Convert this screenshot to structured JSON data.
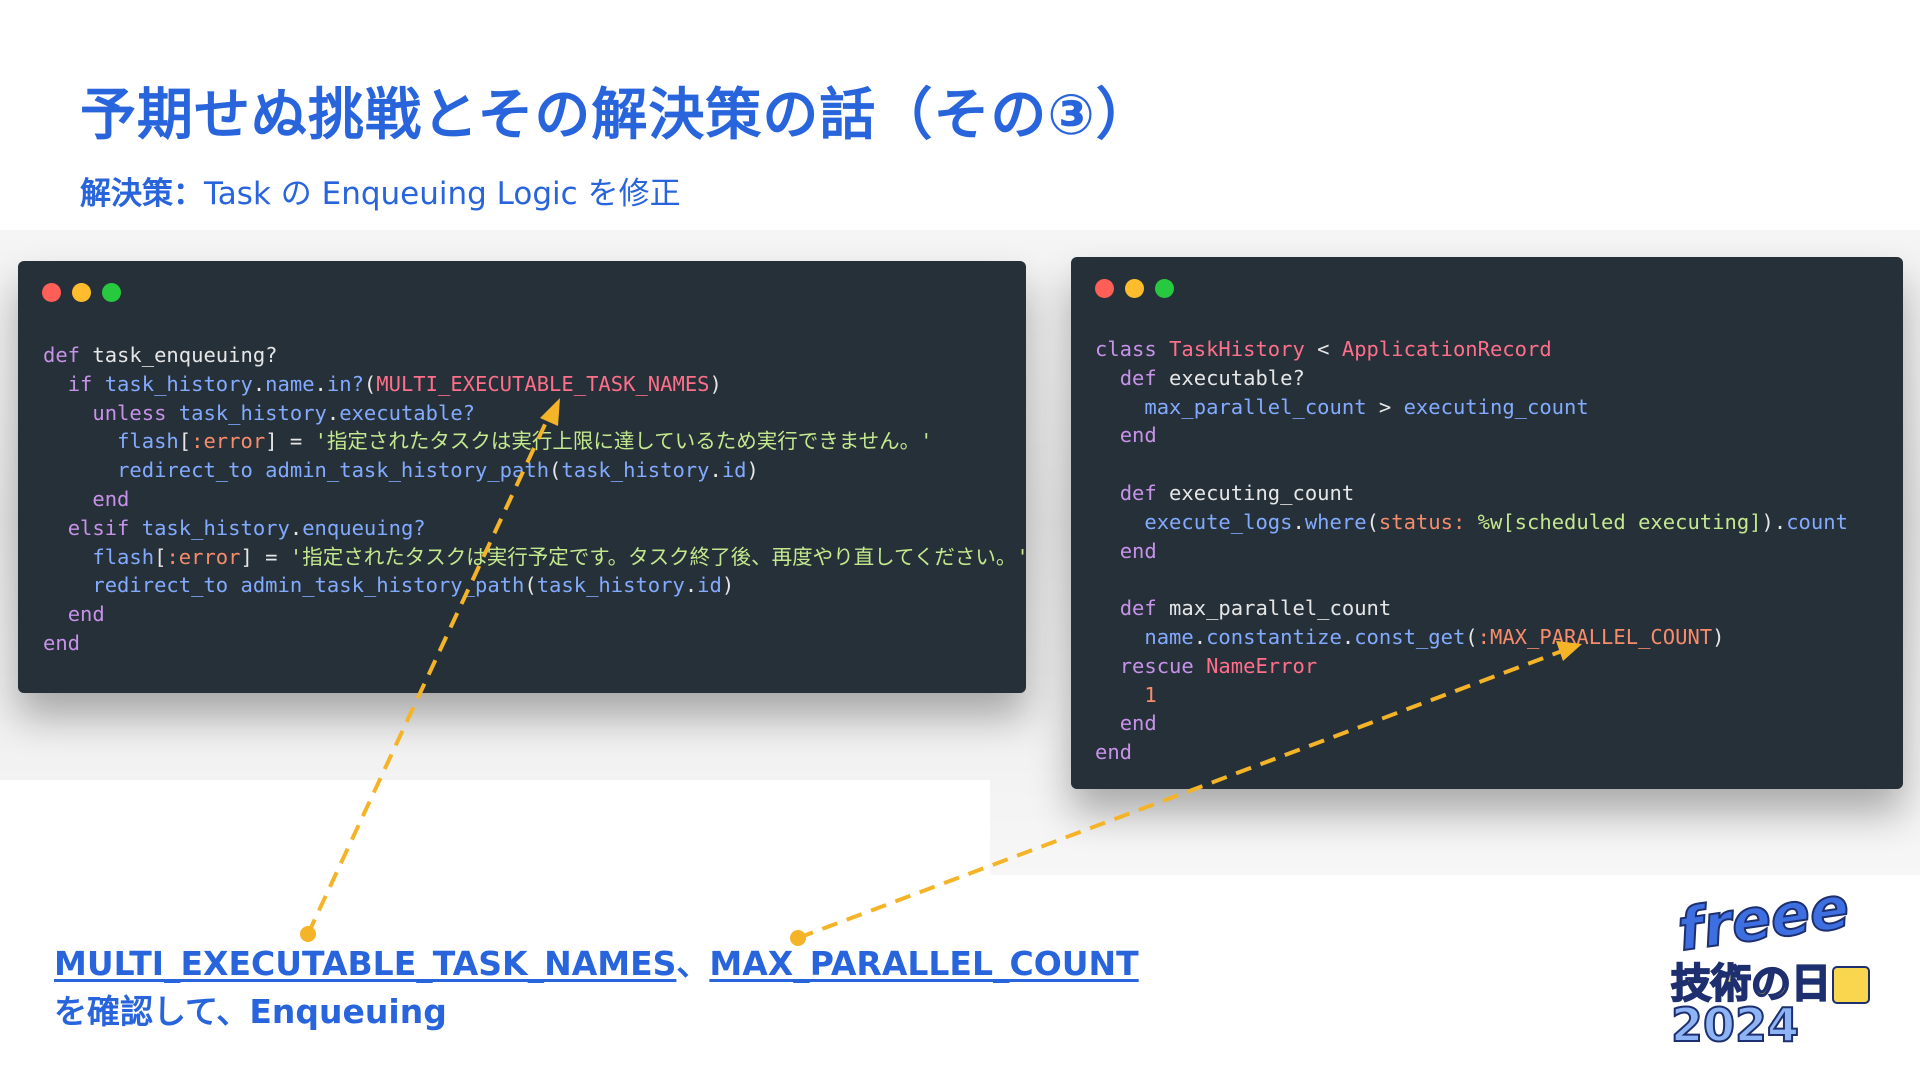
{
  "slide": {
    "title": "予期せぬ挑戦とその解決策の話（その③）",
    "subtitle_prefix": "解決策：",
    "subtitle_text": "Task の Enqueuing Logic を修正"
  },
  "code_left": {
    "lines": [
      [
        [
          "k",
          "def"
        ],
        [
          "p",
          " task_enqueuing?"
        ]
      ],
      [
        [
          "p",
          "  "
        ],
        [
          "k",
          "if"
        ],
        [
          "p",
          " "
        ],
        [
          "m",
          "task_history"
        ],
        [
          "p",
          "."
        ],
        [
          "m",
          "name"
        ],
        [
          "p",
          "."
        ],
        [
          "m",
          "in?"
        ],
        [
          "p",
          "("
        ],
        [
          "c",
          "MULTI_EXECUTABLE_TASK_NAMES"
        ],
        [
          "p",
          ")"
        ]
      ],
      [
        [
          "p",
          "    "
        ],
        [
          "k",
          "unless"
        ],
        [
          "p",
          " "
        ],
        [
          "m",
          "task_history"
        ],
        [
          "p",
          "."
        ],
        [
          "m",
          "executable?"
        ]
      ],
      [
        [
          "p",
          "      "
        ],
        [
          "m",
          "flash"
        ],
        [
          "p",
          "["
        ],
        [
          "sy",
          ":error"
        ],
        [
          "p",
          "] = "
        ],
        [
          "s",
          "'指定されたタスクは実行上限に達しているため実行できません。'"
        ]
      ],
      [
        [
          "p",
          "      "
        ],
        [
          "m",
          "redirect_to"
        ],
        [
          "p",
          " "
        ],
        [
          "m",
          "admin_task_history_path"
        ],
        [
          "p",
          "("
        ],
        [
          "m",
          "task_history"
        ],
        [
          "p",
          "."
        ],
        [
          "m",
          "id"
        ],
        [
          "p",
          ")"
        ]
      ],
      [
        [
          "p",
          "    "
        ],
        [
          "k",
          "end"
        ]
      ],
      [
        [
          "p",
          "  "
        ],
        [
          "k",
          "elsif"
        ],
        [
          "p",
          " "
        ],
        [
          "m",
          "task_history"
        ],
        [
          "p",
          "."
        ],
        [
          "m",
          "enqueuing?"
        ]
      ],
      [
        [
          "p",
          "    "
        ],
        [
          "m",
          "flash"
        ],
        [
          "p",
          "["
        ],
        [
          "sy",
          ":error"
        ],
        [
          "p",
          "] = "
        ],
        [
          "s",
          "'指定されたタスクは実行予定です。タスク終了後、再度やり直してください。'"
        ]
      ],
      [
        [
          "p",
          "    "
        ],
        [
          "m",
          "redirect_to"
        ],
        [
          "p",
          " "
        ],
        [
          "m",
          "admin_task_history_path"
        ],
        [
          "p",
          "("
        ],
        [
          "m",
          "task_history"
        ],
        [
          "p",
          "."
        ],
        [
          "m",
          "id"
        ],
        [
          "p",
          ")"
        ]
      ],
      [
        [
          "p",
          "  "
        ],
        [
          "k",
          "end"
        ]
      ],
      [
        [
          "k",
          "end"
        ]
      ]
    ]
  },
  "code_right": {
    "lines": [
      [
        [
          "k",
          "class"
        ],
        [
          "p",
          " "
        ],
        [
          "c",
          "TaskHistory"
        ],
        [
          "p",
          " < "
        ],
        [
          "c",
          "ApplicationRecord"
        ]
      ],
      [
        [
          "p",
          "  "
        ],
        [
          "k",
          "def"
        ],
        [
          "p",
          " executable?"
        ]
      ],
      [
        [
          "p",
          "    "
        ],
        [
          "m",
          "max_parallel_count"
        ],
        [
          "p",
          " > "
        ],
        [
          "m",
          "executing_count"
        ]
      ],
      [
        [
          "p",
          "  "
        ],
        [
          "k",
          "end"
        ]
      ],
      [
        [
          "p",
          ""
        ]
      ],
      [
        [
          "p",
          "  "
        ],
        [
          "k",
          "def"
        ],
        [
          "p",
          " executing_count"
        ]
      ],
      [
        [
          "p",
          "    "
        ],
        [
          "m",
          "execute_logs"
        ],
        [
          "p",
          "."
        ],
        [
          "m",
          "where"
        ],
        [
          "p",
          "("
        ],
        [
          "sy",
          "status:"
        ],
        [
          "p",
          " "
        ],
        [
          "s",
          "%w[scheduled executing]"
        ],
        [
          "p",
          ")."
        ],
        [
          "m",
          "count"
        ]
      ],
      [
        [
          "p",
          "  "
        ],
        [
          "k",
          "end"
        ]
      ],
      [
        [
          "p",
          ""
        ]
      ],
      [
        [
          "p",
          "  "
        ],
        [
          "k",
          "def"
        ],
        [
          "p",
          " max_parallel_count"
        ]
      ],
      [
        [
          "p",
          "    "
        ],
        [
          "m",
          "name"
        ],
        [
          "p",
          "."
        ],
        [
          "m",
          "constantize"
        ],
        [
          "p",
          "."
        ],
        [
          "m",
          "const_get"
        ],
        [
          "p",
          "("
        ],
        [
          "sy",
          ":MAX_PARALLEL_COUNT"
        ],
        [
          "p",
          ")"
        ]
      ],
      [
        [
          "p",
          "  "
        ],
        [
          "k",
          "rescue"
        ],
        [
          "p",
          " "
        ],
        [
          "c",
          "NameError"
        ]
      ],
      [
        [
          "p",
          "    "
        ],
        [
          "n",
          "1"
        ]
      ],
      [
        [
          "p",
          "  "
        ],
        [
          "k",
          "end"
        ]
      ],
      [
        [
          "k",
          "end"
        ]
      ]
    ]
  },
  "bottom": {
    "link1": "MULTI_EXECUTABLE_TASK_NAMES",
    "separator": "、",
    "link2": "MAX_PARALLEL_COUNT",
    "line2": "を確認して、Enqueuing"
  },
  "logo": {
    "line1": "freee",
    "line2": "技術の日",
    "line3": "2024"
  },
  "colors": {
    "accent_blue": "#2864dc",
    "arrow": "#f5b428",
    "code_bg": "#263038"
  }
}
